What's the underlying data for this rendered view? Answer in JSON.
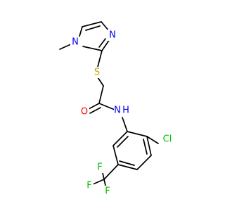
{
  "molecule": {
    "atoms": {
      "n_methyl": "N",
      "n_imine": "N",
      "s": "S",
      "o": "O",
      "nh": "N",
      "h": "H",
      "cl": "Cl",
      "f1": "F",
      "f2": "F",
      "f3": "F"
    },
    "colors": {
      "carbon": "#000000",
      "nitrogen": "#0000ff",
      "oxygen": "#ff0000",
      "sulfur": "#c8a000",
      "chlorine": "#00c000",
      "fluorine": "#00c000"
    }
  }
}
